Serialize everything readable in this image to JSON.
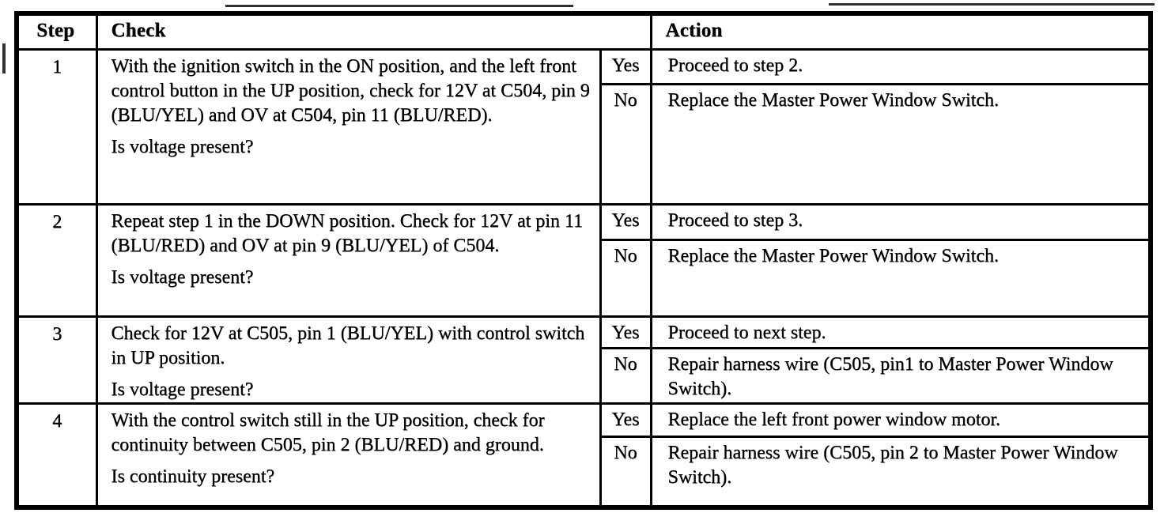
{
  "colors": {
    "ink": "#000000",
    "paper": "#ffffff"
  },
  "table": {
    "headers": {
      "step": "Step",
      "check": "Check",
      "action": "Action"
    },
    "yes_label": "Yes",
    "no_label": "No",
    "rows": [
      {
        "step": "1",
        "check": "With the ignition switch in the ON position, and the left front control button in the UP position, check for 12V at C504, pin 9 (BLU/YEL) and OV at C504, pin 11 (BLU/RED).",
        "question": "Is voltage present?",
        "yes_action": "Proceed to step 2.",
        "no_action": "Replace the Master Power Window Switch."
      },
      {
        "step": "2",
        "check": "Repeat step 1 in the DOWN position. Check for 12V at pin 11 (BLU/RED) and OV at pin 9 (BLU/YEL) of C504.",
        "question": "Is voltage present?",
        "yes_action": "Proceed to step 3.",
        "no_action": "Replace the Master Power Window Switch."
      },
      {
        "step": "3",
        "check": "Check for 12V at C505, pin 1 (BLU/YEL) with control switch in UP position.",
        "question": "Is voltage present?",
        "yes_action": "Proceed to next step.",
        "no_action": "Repair harness wire (C505, pin1 to Master Power Window Switch)."
      },
      {
        "step": "4",
        "check": "With the control switch still in the UP position, check for continuity between C505, pin 2 (BLU/RED) and ground.",
        "question": "Is continuity present?",
        "yes_action": "Replace the left front power window motor.",
        "no_action": "Repair harness wire (C505, pin 2 to Master Power Window Switch)."
      }
    ]
  }
}
